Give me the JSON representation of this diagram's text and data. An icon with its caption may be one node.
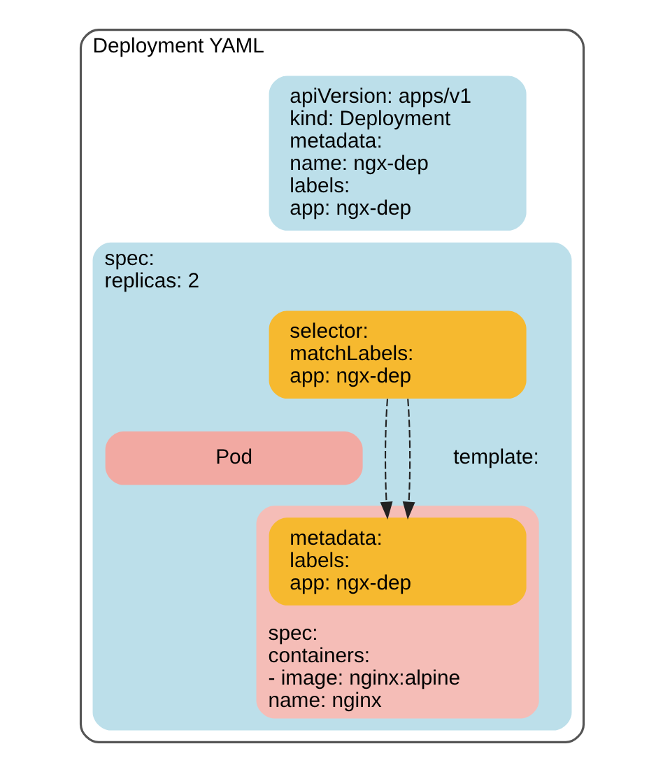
{
  "diagram": {
    "nodes": [
      {
        "text": [
          "Deployment YAML"
        ]
      },
      {
        "text": [
          "apiVersion: apps/v1",
          "kind: Deployment",
          "metadata:",
          "name: ngx-dep",
          "labels:",
          "app: ngx-dep"
        ],
        "in": 0
      },
      {
        "text": [
          "spec:",
          "replicas: 2"
        ],
        "in": 0
      },
      {
        "text": [
          "selector:",
          "matchLabels:",
          "app: ngx-dep"
        ],
        "in": 2
      },
      {
        "text": [
          "Pod"
        ],
        "in": 2
      },
      {
        "text": [
          "spec:",
          "containers:",
          "- image: nginx:alpine",
          "name: nginx"
        ],
        "in": 2
      },
      {
        "text": [
          "metadata:",
          "labels:",
          "app: ngx-dep"
        ],
        "in": 5
      }
    ],
    "edges": [
      {
        "from": 3,
        "to": 6,
        "arrow": "to",
        "style": "dashed"
      },
      {
        "from": 3,
        "to": 6,
        "arrow": "to",
        "style": "dashed"
      }
    ],
    "labels": [
      "template:"
    ]
  }
}
